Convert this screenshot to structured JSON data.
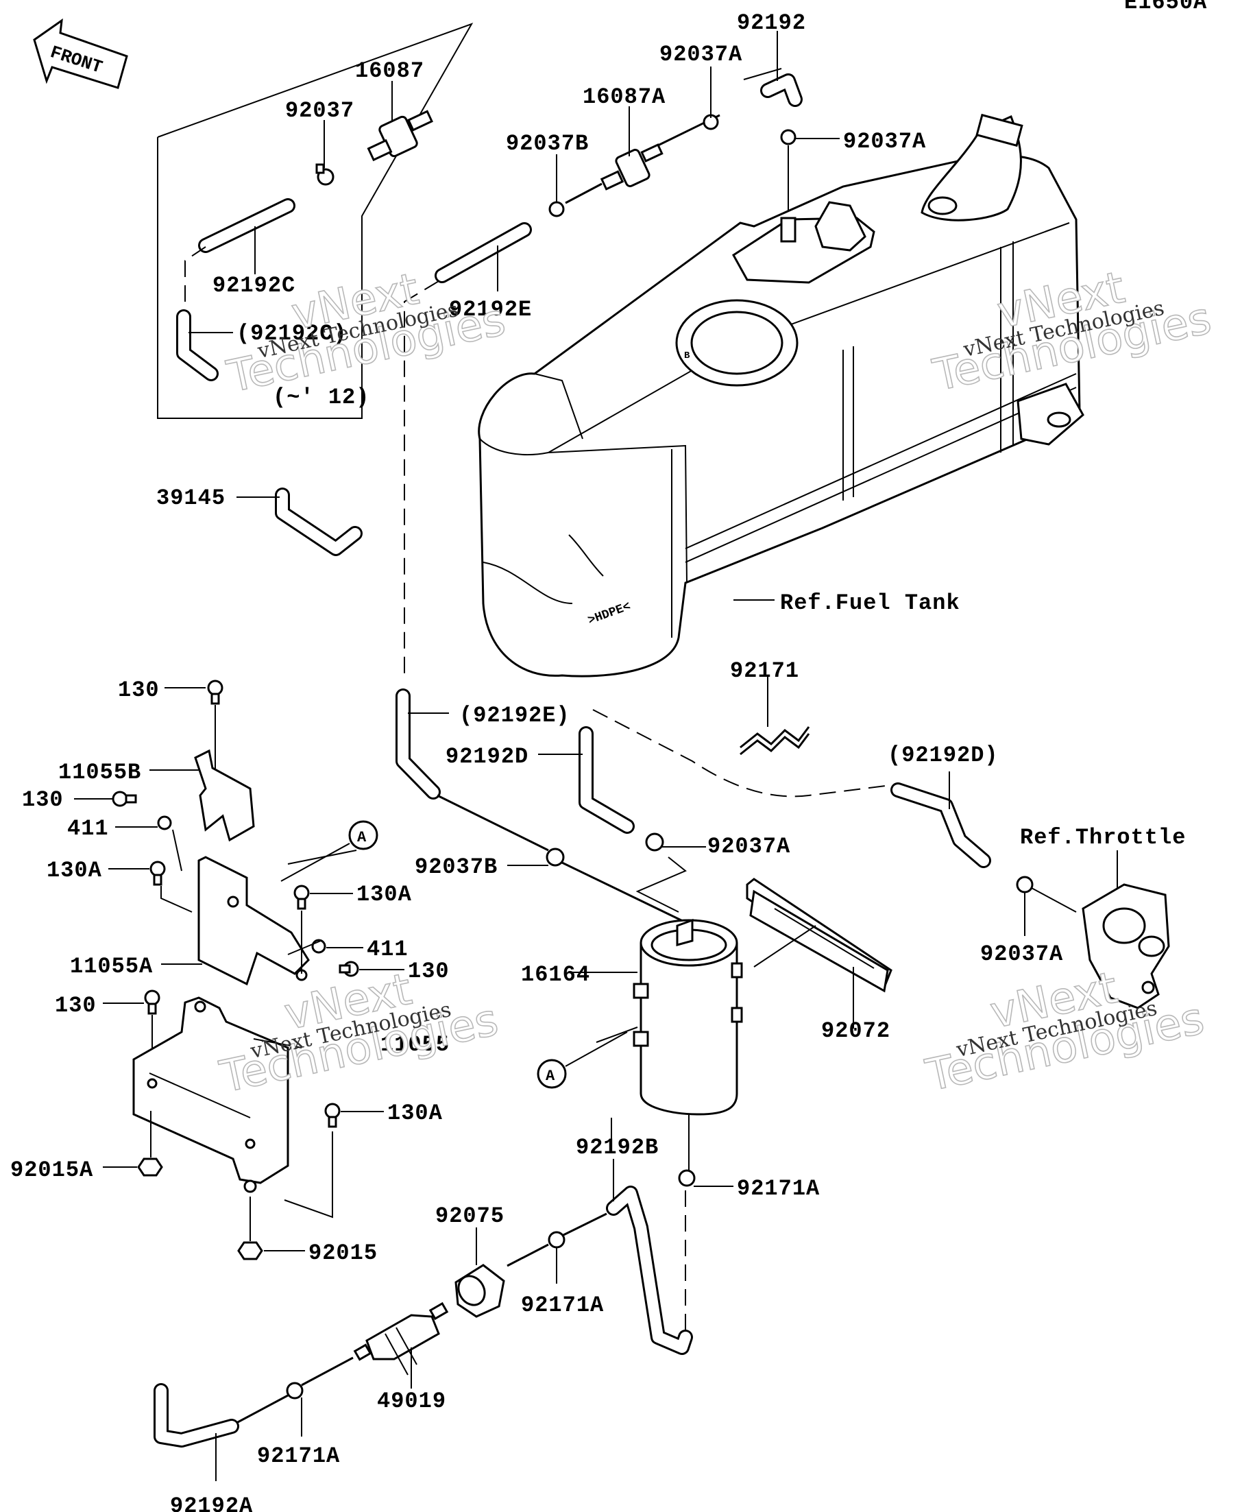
{
  "diagram_code": "E1650A",
  "front_label": "FRONT",
  "watermark": {
    "line1": "vNext",
    "line2": "Technologies",
    "small": "vNext Technologies"
  },
  "refs": {
    "fuel_tank": "Ref.Fuel Tank",
    "throttle": "Ref.Throttle"
  },
  "callouts": {
    "a": "A"
  },
  "tank_mark": ">HDPE<",
  "tank_b": "B",
  "parts": {
    "p92192": "92192",
    "p92037A_1": "92037A",
    "p16087": "16087",
    "p16087A": "16087A",
    "p92037": "92037",
    "p92037B_1": "92037B",
    "p92037A_2": "92037A",
    "p92192C": "92192C",
    "p92192E": "92192E",
    "p92192C_ref": "(92192C)",
    "p12": "(~' 12)",
    "p39145": "39145",
    "p130_1": "130",
    "p11055B": "11055B",
    "p130_2": "130",
    "p411_1": "411",
    "p130A_1": "130A",
    "p130A_2": "130A",
    "p411_2": "411",
    "p130_3": "130",
    "p11055A": "11055A",
    "p130_4": "130",
    "p11055": "11055",
    "p130A_3": "130A",
    "p92015A": "92015A",
    "p92015": "92015",
    "p92192E_ref": "(92192E)",
    "p92192D": "92192D",
    "p92171": "92171",
    "p92192D_ref": "(92192D)",
    "p92037A_3": "92037A",
    "p92037B_2": "92037B",
    "p92037A_4": "92037A",
    "p16164": "16164",
    "p92072": "92072",
    "p92192B": "92192B",
    "p92171A_1": "92171A",
    "p92075": "92075",
    "p92171A_2": "92171A",
    "p49019": "49019",
    "p92171A_3": "92171A",
    "p92192A": "92192A"
  }
}
